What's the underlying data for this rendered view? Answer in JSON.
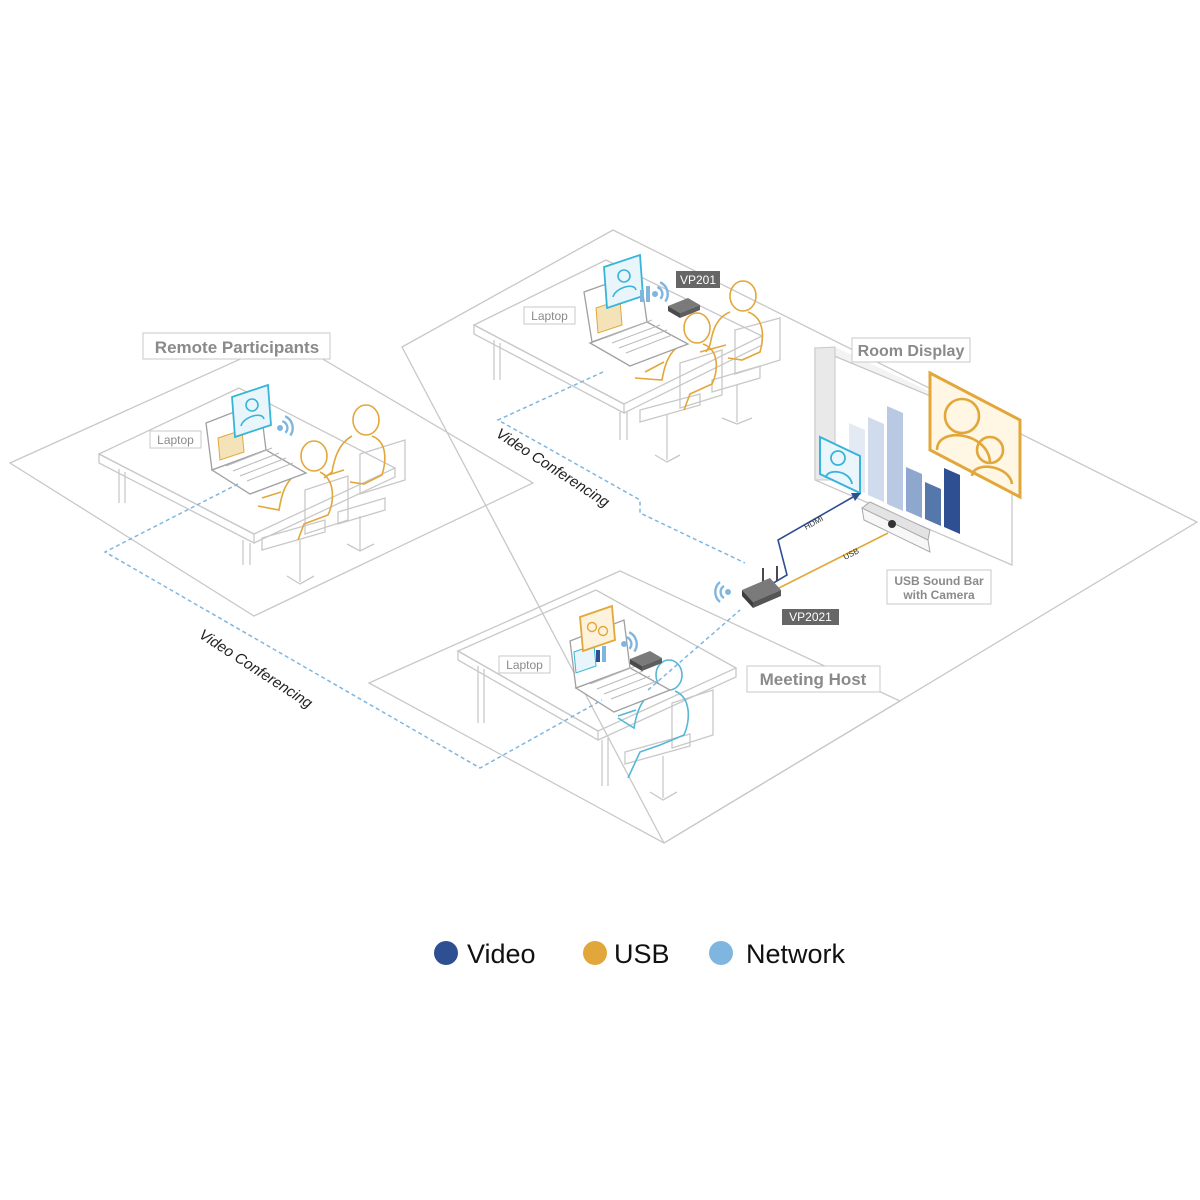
{
  "labels": {
    "remote_participants": "Remote Participants",
    "room_display": "Room Display",
    "meeting_host": "Meeting Host",
    "sound_bar_line1": "USB Sound Bar",
    "sound_bar_line2": "with Camera",
    "laptop": "Laptop",
    "vp201": "VP201",
    "vp2021": "VP2021",
    "hdmi": "HDMI",
    "usb_cable": "USB",
    "video_conferencing": "Video Conferencing"
  },
  "legend": [
    {
      "label": "Video",
      "color": "#2f4f93"
    },
    {
      "label": "USB",
      "color": "#e2a73a"
    },
    {
      "label": "Network",
      "color": "#7fb6e0"
    }
  ],
  "colors": {
    "video": "#2f4f93",
    "usb": "#e2a73a",
    "network": "#7fb6e0",
    "outline": "#c8c8c8",
    "label_text": "#8a8a8a",
    "device": "#555555",
    "host_person": "#56b7d6"
  },
  "icons": [
    "wifi-icon",
    "laptop-icon",
    "person-icon",
    "chair-icon",
    "bar-chart-icon",
    "router-icon",
    "sound-bar-icon"
  ]
}
